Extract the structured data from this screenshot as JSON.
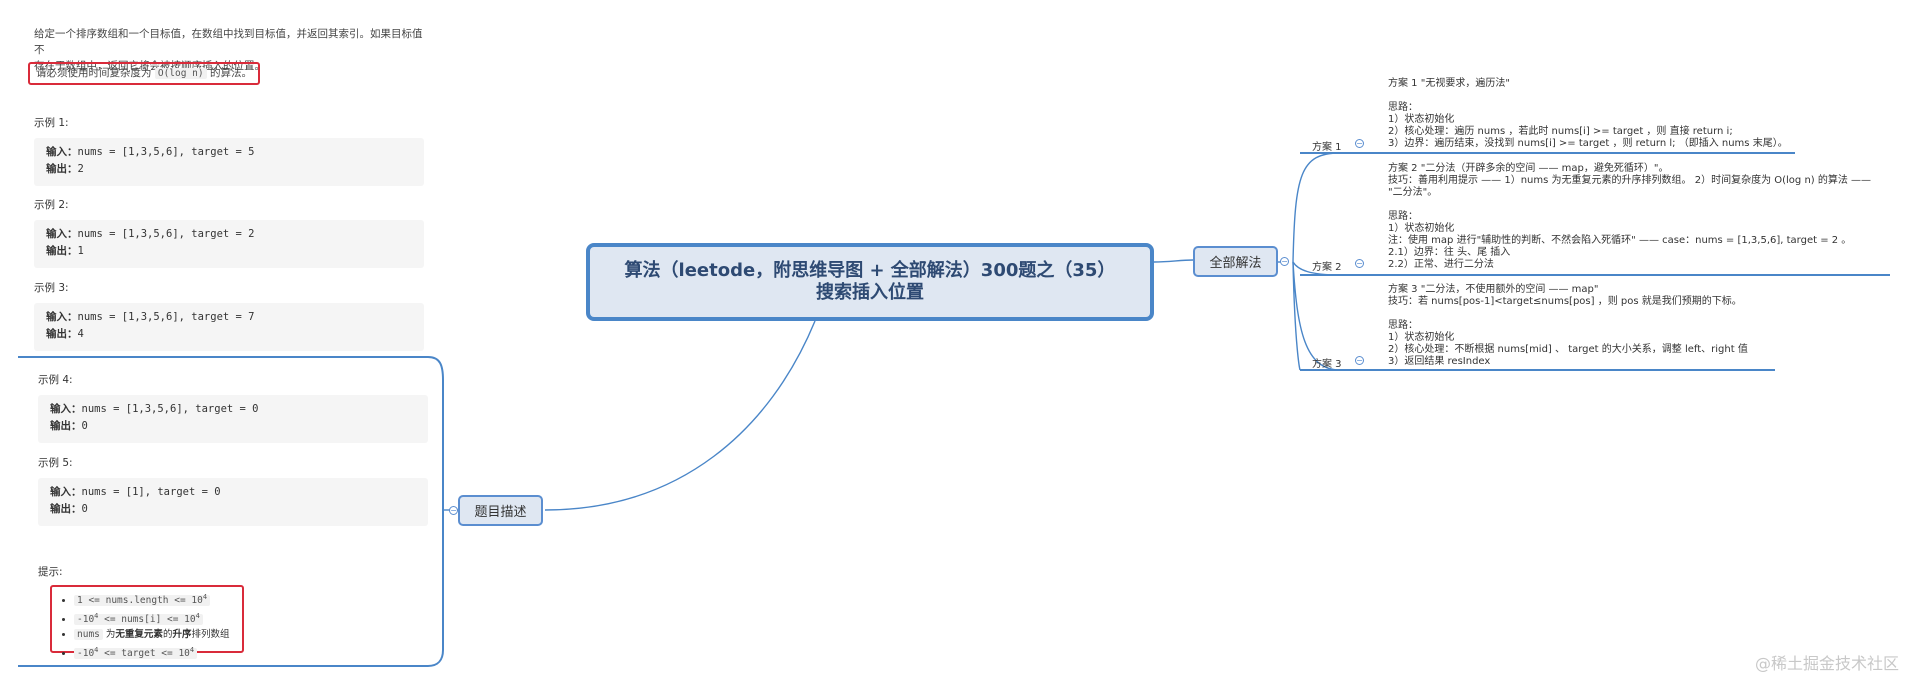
{
  "problem": {
    "intro_line1": "给定一个排序数组和一个目标值，在数组中找到目标值，并返回其索引。如果目标值不",
    "intro_line2": "存在于数组中，返回它将会被按顺序插入的位置。",
    "requirement_prefix": "请必须使用时间复杂度为",
    "requirement_code": "O(log n)",
    "requirement_suffix": "的算法。",
    "input_label": "输入：",
    "output_label": "输出：",
    "examples": [
      {
        "label": "示例 1:",
        "input": "nums = [1,3,5,6], target = 5",
        "output": "2"
      },
      {
        "label": "示例 2:",
        "input": "nums = [1,3,5,6], target = 2",
        "output": "1"
      },
      {
        "label": "示例 3:",
        "input": "nums = [1,3,5,6], target = 7",
        "output": "4"
      },
      {
        "label": "示例 4:",
        "input": "nums = [1,3,5,6], target = 0",
        "output": "0"
      },
      {
        "label": "示例 5:",
        "input": "nums = [1], target = 0",
        "output": "0"
      }
    ],
    "hints_title": "提示:",
    "hints": {
      "h1_code": "1 <= nums.length <= 10",
      "h1_sup": "4",
      "h2_a": "-10",
      "h2_sup1": "4",
      "h2_b": " <= nums[i] <= 10",
      "h2_sup2": "4",
      "h3_code": "nums",
      "h3_mid": " 为",
      "h3_bold": "无重复元素",
      "h3_mid2": "的",
      "h3_bold2": "升序",
      "h3_end": "排列数组",
      "h4_a": "-10",
      "h4_sup1": "4",
      "h4_b": " <= target <= 10",
      "h4_sup2": "4"
    }
  },
  "mindmap": {
    "title": "算法（leetode，附思维导图 + 全部解法）300题之（35）搜索插入位置",
    "left_node": "题目描述",
    "right_node": "全部解法",
    "collapse_symbol": "−",
    "plans": [
      {
        "label": "方案 1",
        "lines": [
          "方案 1 \"无视要求，遍历法\"",
          "",
          "思路：",
          "1）状态初始化",
          "2）核心处理：遍历 nums ，若此时 nums[i] >= target ，则 直接 return i;",
          "3）边界：遍历结束，没找到 nums[i] >= target ，则 return l; （即插入 nums 末尾）。"
        ]
      },
      {
        "label": "方案 2",
        "lines": [
          "方案 2 \"二分法（开辟多余的空间 —— map，避免死循环）\"。",
          "技巧：善用利用提示 —— 1）nums 为无重复元素的升序排列数组。 2）时间复杂度为 O(log n) 的算法 ——",
          "\"二分法\"。",
          "",
          "思路：",
          "1）状态初始化",
          "注：使用 map 进行\"辅助性的判断、不然会陷入死循环\" —— case：nums = [1,3,5,6], target = 2 。",
          "2.1）边界：往 头、尾 插入",
          "2.2）正常、进行二分法"
        ]
      },
      {
        "label": "方案 3",
        "lines": [
          "方案 3 \"二分法，不使用额外的空间 —— map\"",
          "技巧：若 nums[pos-1]<target≤nums[pos] ，则 pos 就是我们预期的下标。",
          "",
          "思路：",
          "1）状态初始化",
          "2）核心处理：不断根据 nums[mid] 、 target 的大小关系，调整 left、right 值",
          "3）返回结果 resIndex"
        ]
      }
    ]
  },
  "watermark": "@稀土掘金技术社区",
  "colors": {
    "accent": "#4a86c8",
    "node_fill": "#dfe7f2",
    "highlight": "#d92b3a"
  }
}
